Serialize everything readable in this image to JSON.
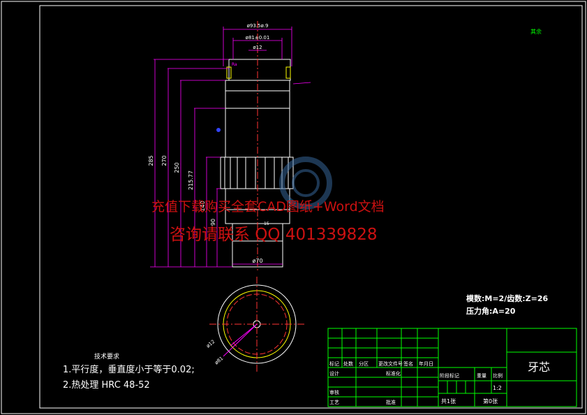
{
  "drawing": {
    "part_name": "牙芯",
    "surface_note": "其余",
    "gear_params": {
      "module_teeth": "模数:M=2/齿数:Z=26",
      "pressure_angle": "压力角:A=20"
    },
    "dims": {
      "d_top": "ø93.5ø.9",
      "d_81": "ø81±0.01",
      "d_12": "ø12",
      "d_70": "ø70",
      "len_285": "285",
      "len_270": "270",
      "len_250": "250",
      "len_215": "215.77",
      "len_140": "140",
      "len_90": "90",
      "small_15": "15",
      "circle_d12": "ø12",
      "circle_d81": "ø81",
      "ra_small": "Ra"
    },
    "tech_req": {
      "title": "技术要求",
      "line1": "1.平行度，垂直度小于等于0.02;",
      "line2": "2.热处理  HRC 48-52"
    },
    "title_block": {
      "marker": "标记",
      "count": "处数",
      "zone": "分区",
      "doc_no": "更改文件号",
      "sign": "签名",
      "date": "年月日",
      "design": "设计",
      "standard": "标准化",
      "stage_mark": "阶段标记",
      "weight": "重量",
      "scale_label": "比例",
      "scale": "1:2",
      "check": "审核",
      "process": "工艺",
      "approve": "批准",
      "sheets_total": "共1张",
      "sheet_no": "第0张"
    },
    "watermark": {
      "line1": "充值下载购买全套CAD图纸+Word文档",
      "line2": "咨询请联系  QQ 401339828"
    }
  }
}
